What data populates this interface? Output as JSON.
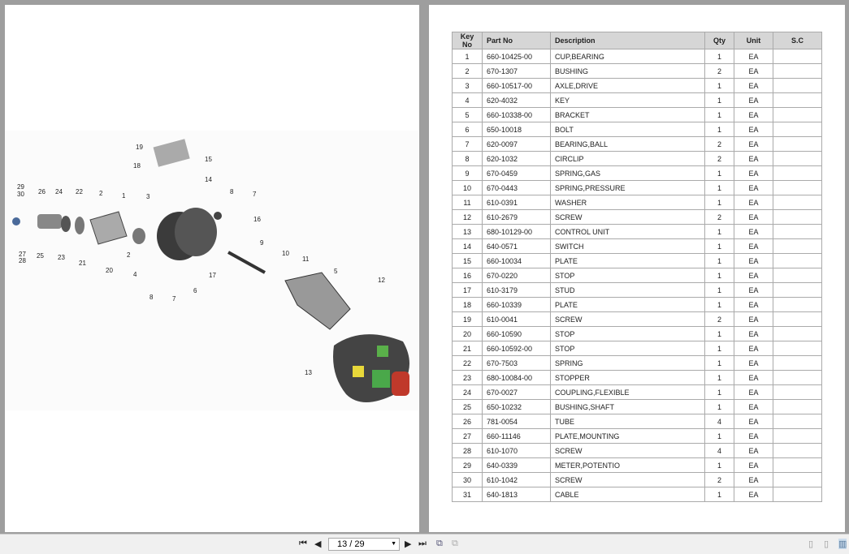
{
  "viewer": {
    "page_indicator": "13 / 29",
    "icons": [
      "first-page-icon",
      "prev-page-icon",
      "next-page-icon",
      "last-page-icon",
      "fit-page-icon",
      "fit-width-icon",
      "single-page-icon",
      "continuous-page-icon",
      "two-page-icon"
    ]
  },
  "diagram": {
    "callouts": [
      "19",
      "18",
      "15",
      "14",
      "8",
      "7",
      "16",
      "3",
      "1",
      "2",
      "22",
      "24",
      "26",
      "29",
      "30",
      "9",
      "10",
      "11",
      "5",
      "12",
      "17",
      "6",
      "7",
      "8",
      "4",
      "2",
      "20",
      "21",
      "23",
      "25",
      "27",
      "28",
      "13"
    ]
  },
  "table": {
    "headers": [
      "Key No",
      "Part No",
      "Description",
      "Qty",
      "Unit",
      "S.C"
    ],
    "rows": [
      [
        "1",
        "660-10425-00",
        "CUP,BEARING",
        "1",
        "EA",
        ""
      ],
      [
        "2",
        "670-1307",
        "BUSHING",
        "2",
        "EA",
        ""
      ],
      [
        "3",
        "660-10517-00",
        "AXLE,DRIVE",
        "1",
        "EA",
        ""
      ],
      [
        "4",
        "620-4032",
        "KEY",
        "1",
        "EA",
        ""
      ],
      [
        "5",
        "660-10338-00",
        "BRACKET",
        "1",
        "EA",
        ""
      ],
      [
        "6",
        "650-10018",
        "BOLT",
        "1",
        "EA",
        ""
      ],
      [
        "7",
        "620-0097",
        "BEARING,BALL",
        "2",
        "EA",
        ""
      ],
      [
        "8",
        "620-1032",
        "CIRCLIP",
        "2",
        "EA",
        ""
      ],
      [
        "9",
        "670-0459",
        "SPRING,GAS",
        "1",
        "EA",
        ""
      ],
      [
        "10",
        "670-0443",
        "SPRING,PRESSURE",
        "1",
        "EA",
        ""
      ],
      [
        "11",
        "610-0391",
        "WASHER",
        "1",
        "EA",
        ""
      ],
      [
        "12",
        "610-2679",
        "SCREW",
        "2",
        "EA",
        ""
      ],
      [
        "13",
        "680-10129-00",
        "CONTROL UNIT",
        "1",
        "EA",
        ""
      ],
      [
        "14",
        "640-0571",
        "SWITCH",
        "1",
        "EA",
        ""
      ],
      [
        "15",
        "660-10034",
        "PLATE",
        "1",
        "EA",
        ""
      ],
      [
        "16",
        "670-0220",
        "STOP",
        "1",
        "EA",
        ""
      ],
      [
        "17",
        "610-3179",
        "STUD",
        "1",
        "EA",
        ""
      ],
      [
        "18",
        "660-10339",
        "PLATE",
        "1",
        "EA",
        ""
      ],
      [
        "19",
        "610-0041",
        "SCREW",
        "2",
        "EA",
        ""
      ],
      [
        "20",
        "660-10590",
        "STOP",
        "1",
        "EA",
        ""
      ],
      [
        "21",
        "660-10592-00",
        "STOP",
        "1",
        "EA",
        ""
      ],
      [
        "22",
        "670-7503",
        "SPRING",
        "1",
        "EA",
        ""
      ],
      [
        "23",
        "680-10084-00",
        "STOPPER",
        "1",
        "EA",
        ""
      ],
      [
        "24",
        "670-0027",
        "COUPLING,FLEXIBLE",
        "1",
        "EA",
        ""
      ],
      [
        "25",
        "650-10232",
        "BUSHING,SHAFT",
        "1",
        "EA",
        ""
      ],
      [
        "26",
        "781-0054",
        "TUBE",
        "4",
        "EA",
        ""
      ],
      [
        "27",
        "660-11146",
        "PLATE,MOUNTING",
        "1",
        "EA",
        ""
      ],
      [
        "28",
        "610-1070",
        "SCREW",
        "4",
        "EA",
        ""
      ],
      [
        "29",
        "640-0339",
        "METER,POTENTIO",
        "1",
        "EA",
        ""
      ],
      [
        "30",
        "610-1042",
        "SCREW",
        "2",
        "EA",
        ""
      ],
      [
        "31",
        "640-1813",
        "CABLE",
        "1",
        "EA",
        ""
      ]
    ]
  }
}
